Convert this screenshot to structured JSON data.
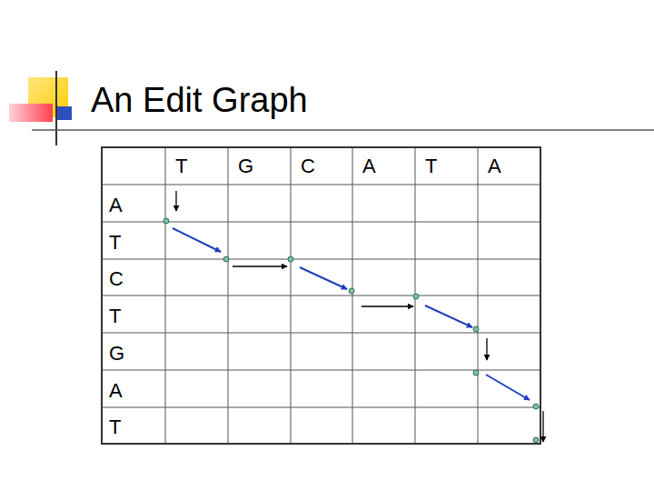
{
  "diagram": {
    "title": "An Edit Graph",
    "labels": [
      "T",
      "G",
      "C",
      "A",
      "T",
      "A",
      "A",
      "T",
      "C",
      "T",
      "G",
      "A",
      "T"
    ]
  }
}
